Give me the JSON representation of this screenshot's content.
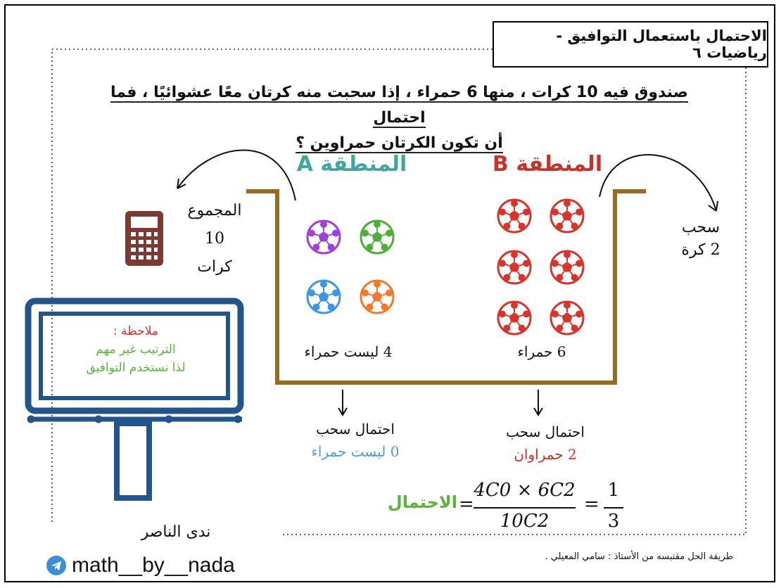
{
  "title": "الاحتمال باستعمال التوافيق - رياضيات ٦",
  "question": {
    "line1": "صندوق فيه 10 كرات ، منها 6 حمراء ، إذا سحبت منه كرتان معًا عشوائيًا ، فما احتمال",
    "line2": "أن تكون الكرتان حمراوين ؟"
  },
  "zones": {
    "a": {
      "label": "المنطقة A",
      "count": "4 ليست حمراء"
    },
    "b": {
      "label": "المنطقة B",
      "count": "6 حمراء"
    }
  },
  "left_info": {
    "line1": "المجموع",
    "line2": "10",
    "line3": "كرات"
  },
  "right_info": {
    "line1": "سحب",
    "line2": "2 كرة"
  },
  "note": {
    "title": "ملاحظة :",
    "line1": "الترتيب غير مهم",
    "line2": "لذا نستخدم التوافيق"
  },
  "prob_red": {
    "line1": "احتمال سحب",
    "line2": "2 حمراوان"
  },
  "prob_blue": {
    "line1": "احتمال سحب",
    "line2": "0 ليست حمراء"
  },
  "formula": {
    "label": "الاحتمال",
    "numerator": "4C0 × 6C2",
    "denominator": "10C2",
    "result_num": "1",
    "result_den": "3",
    "equals": "="
  },
  "credit": "طريقة الحل مقتبسه من الأستاذ : سامي المعيلي .",
  "author": "ندى الناصر",
  "handle": "math__by__nada",
  "colors": {
    "teal": "#3fa7a0",
    "red": "#c83228",
    "box": "#9a6a1f",
    "board": "#23548a",
    "green": "#5cb33b",
    "blue": "#4a9be0",
    "calculator": "#7a3b33"
  },
  "balls": {
    "zone_a": [
      "purple",
      "green",
      "blue",
      "orange"
    ],
    "zone_b": [
      "red",
      "red",
      "red",
      "red",
      "red",
      "red"
    ]
  }
}
